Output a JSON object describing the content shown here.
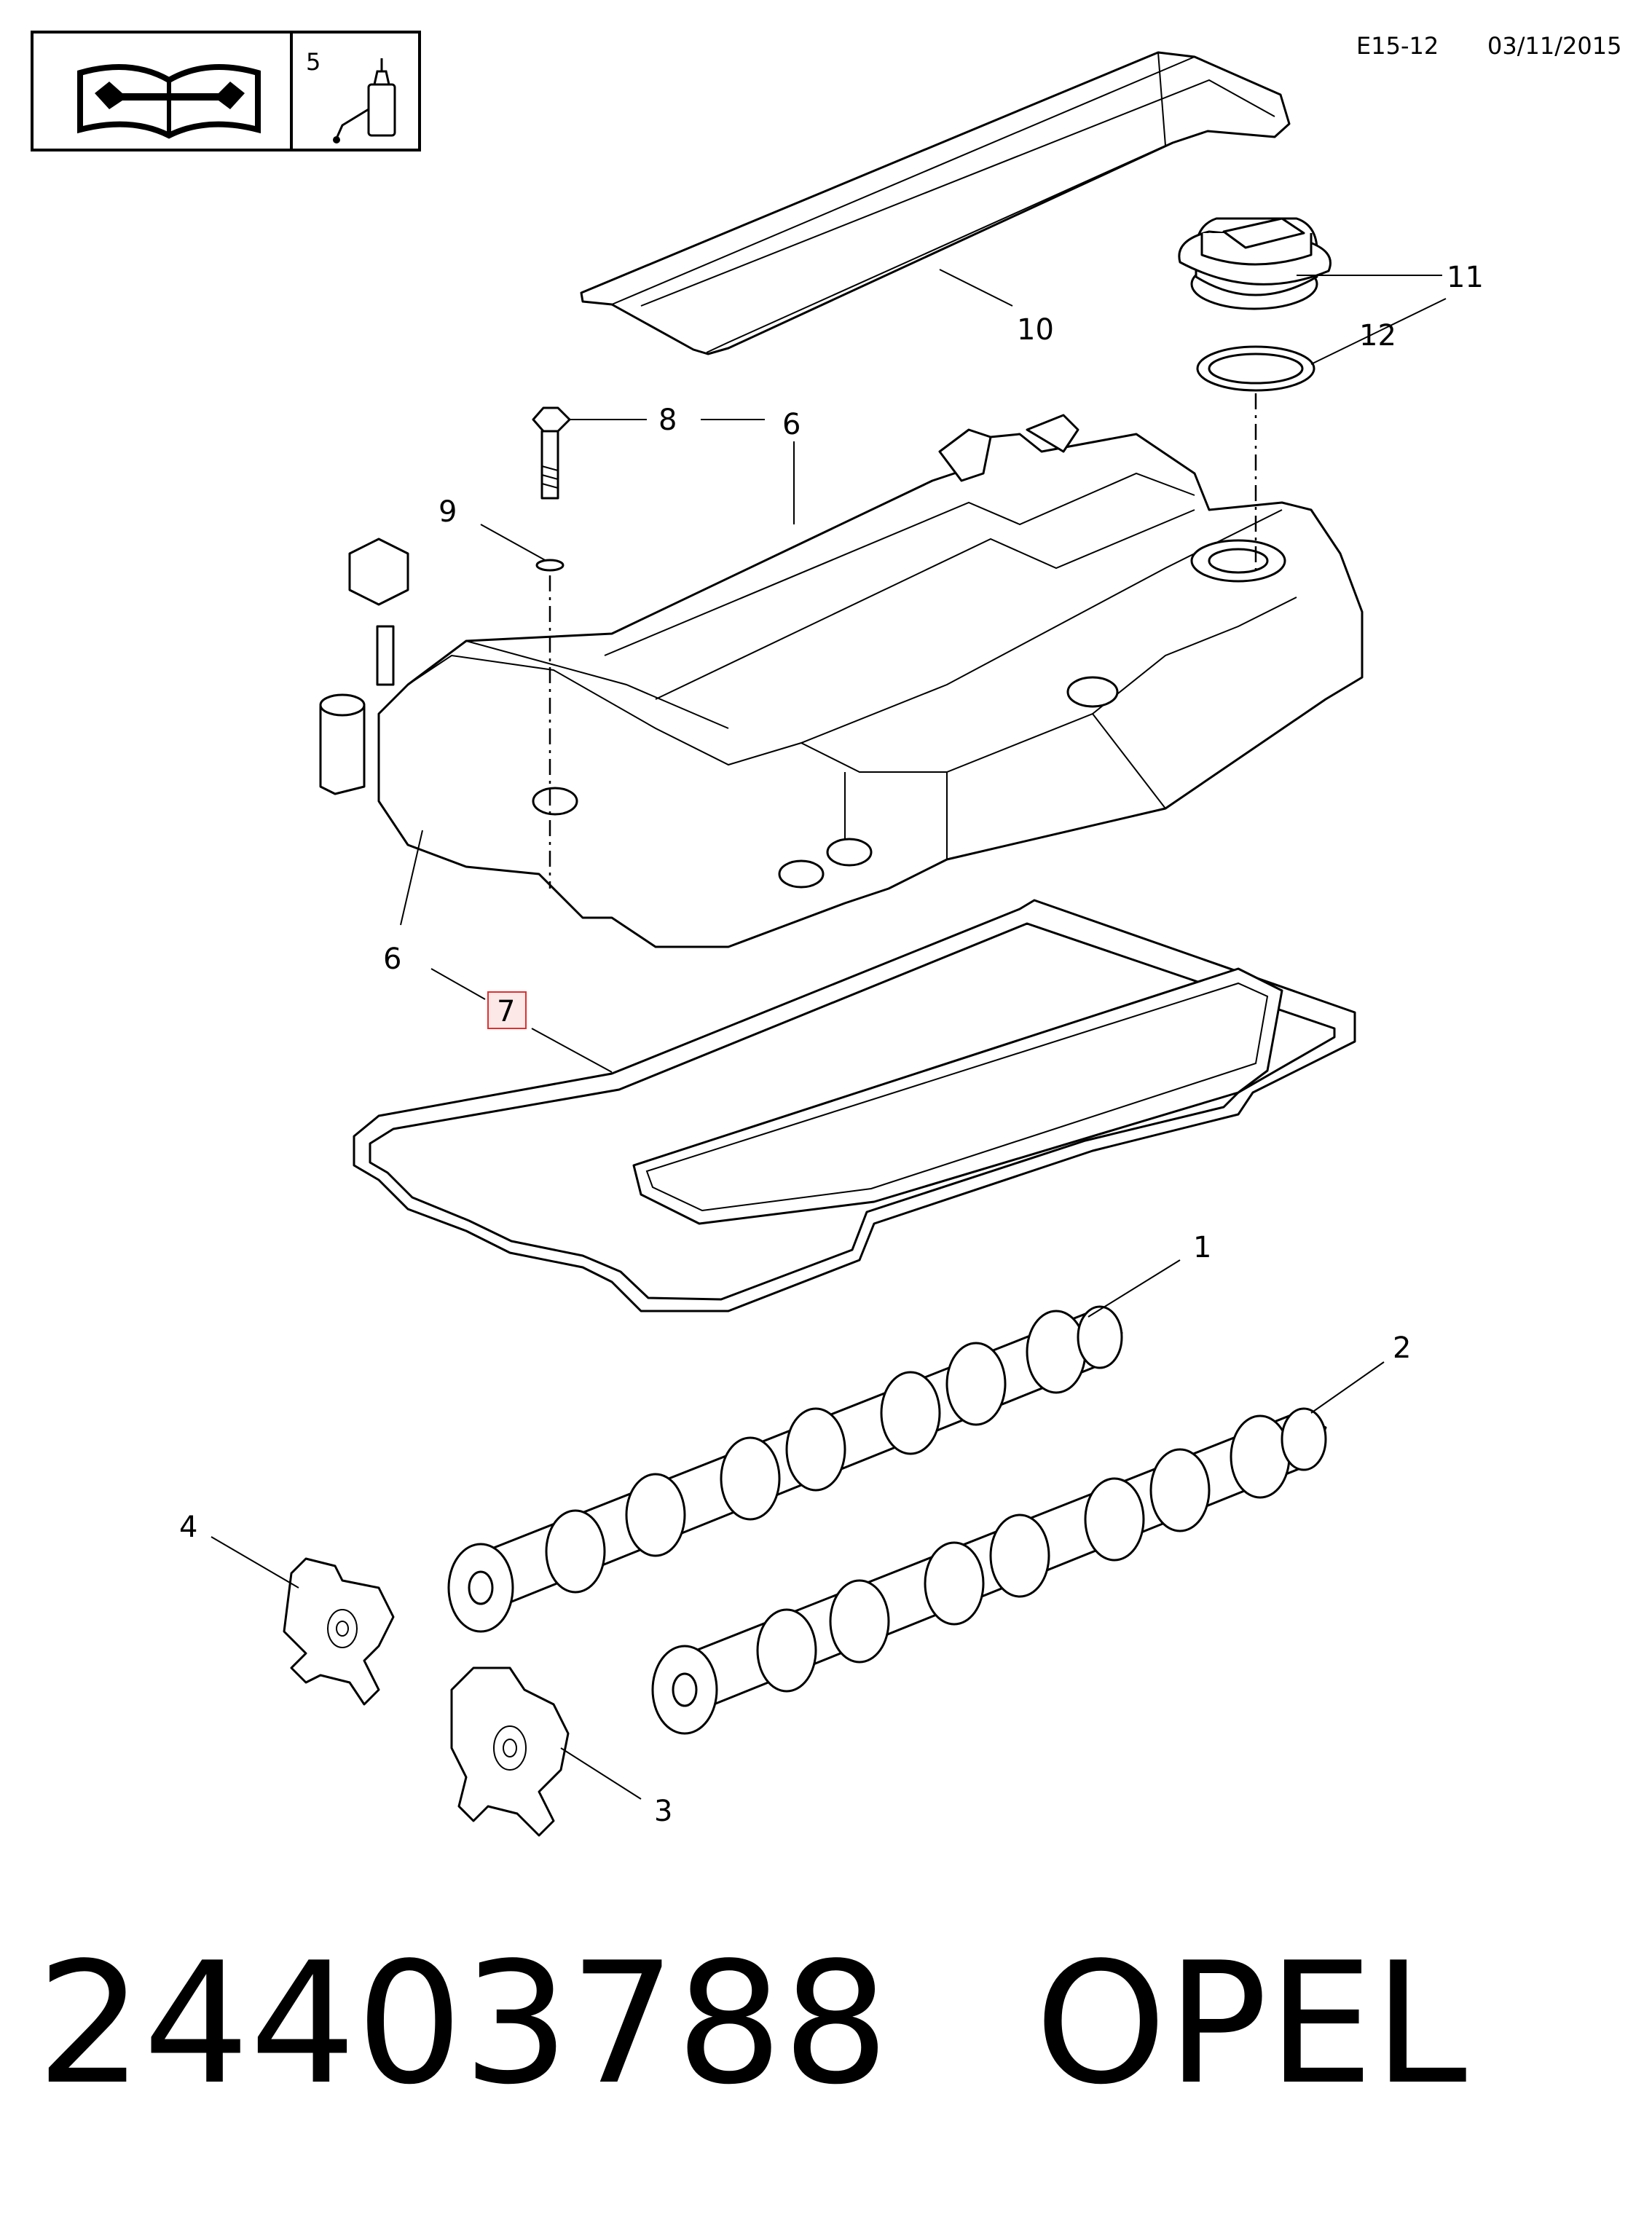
{
  "header": {
    "code": "E15-12",
    "date": "03/11/2015",
    "info_box": {
      "manual_icon": "workshop-manual-icon",
      "note_number": "5",
      "note_icon": "sealant-bottle-icon"
    }
  },
  "callouts": {
    "c1": "1",
    "c2": "2",
    "c3": "3",
    "c4": "4",
    "c6a": "6",
    "c6b": "6",
    "c7": "7",
    "c8": "8",
    "c9": "9",
    "c10": "10",
    "c11": "11",
    "c12": "12"
  },
  "highlight": {
    "callout": "7",
    "color": "#e03030",
    "fill": "#fde8e8"
  },
  "footer": {
    "part_number": "24403788",
    "brand": "OPEL"
  }
}
